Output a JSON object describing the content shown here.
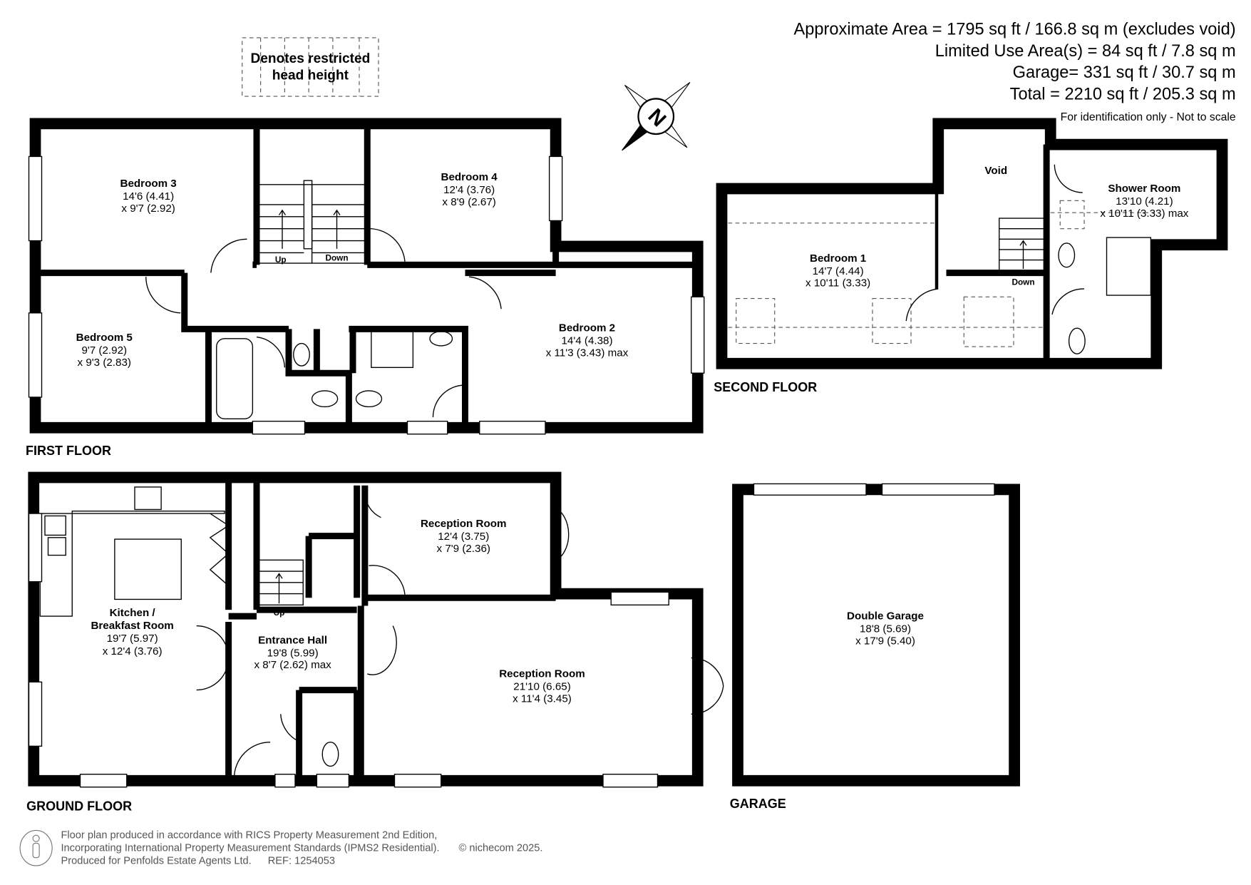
{
  "header": {
    "area_lines": [
      "Approximate Area = 1795 sq ft / 166.8 sq m (excludes void)",
      "Limited Use Area(s) = 84 sq ft / 7.8 sq m",
      "Garage= 331 sq ft / 30.7 sq m",
      "Total = 2210 sq ft / 205.3 sq m"
    ],
    "disclaimer": "For identification only - Not to scale",
    "legend_line1": "Denotes restricted",
    "legend_line2": "head height",
    "compass_letter": "N"
  },
  "floors": {
    "first": "FIRST FLOOR",
    "second": "SECOND FLOOR",
    "ground": "GROUND FLOOR",
    "garage": "GARAGE"
  },
  "rooms": {
    "bedroom3": {
      "name": "Bedroom 3",
      "d1": "14'6 (4.41)",
      "d2": "x 9'7 (2.92)"
    },
    "bedroom4": {
      "name": "Bedroom 4",
      "d1": "12'4 (3.76)",
      "d2": "x 8'9 (2.67)"
    },
    "bedroom5": {
      "name": "Bedroom 5",
      "d1": "9'7 (2.92)",
      "d2": "x 9'3 (2.83)"
    },
    "bedroom2": {
      "name": "Bedroom 2",
      "d1": "14'4 (4.38)",
      "d2": "x 11'3 (3.43) max"
    },
    "bedroom1": {
      "name": "Bedroom 1",
      "d1": "14'7 (4.44)",
      "d2": "x 10'11 (3.33)"
    },
    "void": {
      "name": "Void"
    },
    "shower": {
      "name": "Shower Room",
      "d1": "13'10 (4.21)",
      "d2": "x 10'11 (3.33) max"
    },
    "kitchen": {
      "name1": "Kitchen /",
      "name2": "Breakfast Room",
      "d1": "19'7 (5.97)",
      "d2": "x 12'4 (3.76)"
    },
    "hall": {
      "name": "Entrance Hall",
      "d1": "19'8 (5.99)",
      "d2": "x 8'7 (2.62) max"
    },
    "reception_small": {
      "name": "Reception Room",
      "d1": "12'4 (3.75)",
      "d2": "x 7'9 (2.36)"
    },
    "reception_large": {
      "name": "Reception Room",
      "d1": "21'10 (6.65)",
      "d2": "x 11'4 (3.45)"
    },
    "garage": {
      "name": "Double Garage",
      "d1": "18'8 (5.69)",
      "d2": "x 17'9 (5.40)"
    }
  },
  "stairs": {
    "up": "Up",
    "down": "Down"
  },
  "footer": {
    "line1": "Floor plan produced in accordance with RICS Property Measurement 2nd Edition,",
    "line2": "Incorporating International Property Measurement Standards (IPMS2 Residential).",
    "copyright": "© nichecom 2025.",
    "line3": "Produced for Penfolds Estate Agents Ltd.",
    "ref": "REF:   1254053"
  }
}
